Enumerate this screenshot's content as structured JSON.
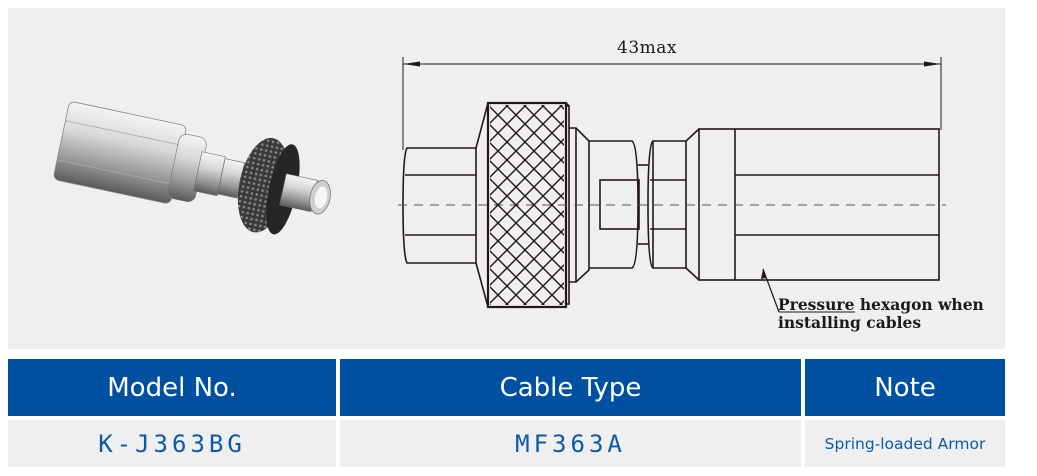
{
  "figure": {
    "dimension_label": "43max",
    "callout_text": "Pressure hexagon when\ninstalling cables",
    "photo_alt": "connector-render"
  },
  "table": {
    "headers": [
      "Model No.",
      "Cable Type",
      "Note"
    ],
    "rows": [
      [
        "K-J363BG",
        "MF363A",
        "Spring-loaded Armor"
      ]
    ]
  },
  "colors": {
    "header_bg": "#0050a1",
    "header_text": "#ffffff",
    "cell_bg": "#efefef",
    "cell_text": "#0b5aa8",
    "panel_bg": "#efefef"
  }
}
